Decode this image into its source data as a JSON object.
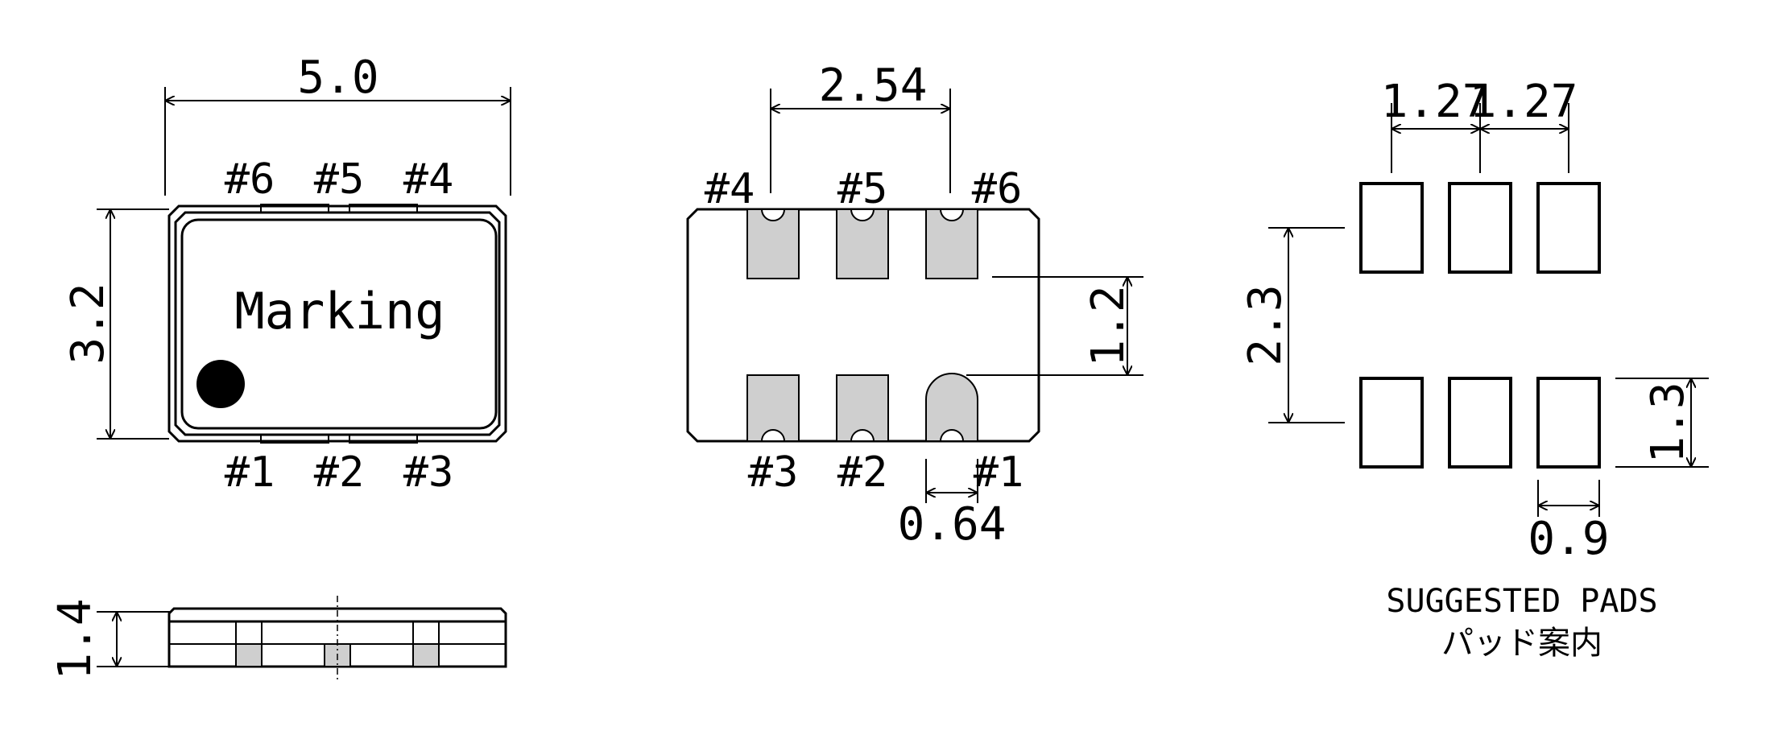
{
  "top_view": {
    "width_dim": "5.0",
    "height_dim": "3.2",
    "marking": "Marking",
    "pins_top": [
      "#6",
      "#5",
      "#4"
    ],
    "pins_bottom": [
      "#1",
      "#2",
      "#3"
    ]
  },
  "bottom_view": {
    "pitch_dim": "2.54",
    "pad_dim": "1.2",
    "pad_width_dim": "0.64",
    "pins_top": [
      "#4",
      "#5",
      "#6"
    ],
    "pins_bottom": [
      "#3",
      "#2",
      "#1"
    ]
  },
  "side_view": {
    "height_dim": "1.4"
  },
  "pads_view": {
    "pitch_dims": [
      "1.27",
      "1.27"
    ],
    "row_span_dim": "2.3",
    "pad_height_dim": "1.3",
    "pad_width_dim": "0.9",
    "caption_en": "SUGGESTED PADS",
    "caption_jp": "パッド案内"
  },
  "colors": {
    "line": "#000000",
    "metal": "#cfcfcf",
    "background": "#ffffff"
  }
}
